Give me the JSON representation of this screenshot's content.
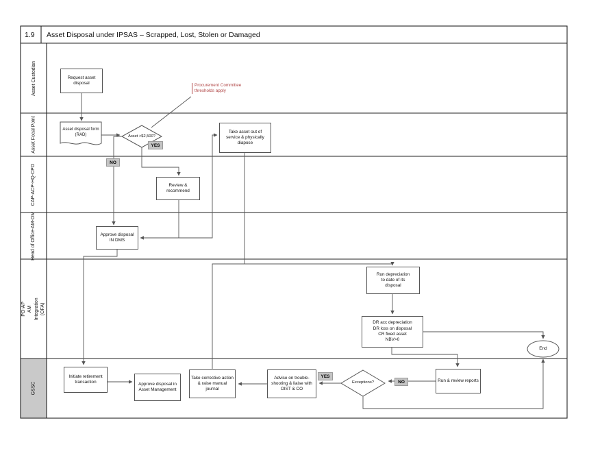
{
  "title": {
    "number": "1.9",
    "text": "Asset Disposal under IPSAS – Scrapped, Lost, Stolen or Damaged"
  },
  "lanes": [
    {
      "label": "Asset Custodian"
    },
    {
      "label": "Asset Focal Point"
    },
    {
      "label": "CAP-ACP-HQ-CPO"
    },
    {
      "label": "Head of Office-AM-OM"
    },
    {
      "label": "PO-AP\nAM Integration (OFA)"
    },
    {
      "label": "GSSC"
    }
  ],
  "annotation": {
    "text": "Procurement Committee\nthresholds apply",
    "color": "#b04545"
  },
  "decision_labels": {
    "yes1": "YES",
    "no1": "NO",
    "yes2": "YES",
    "no2": "NO"
  },
  "nodes": {
    "request": {
      "label": "Request asset disposal"
    },
    "rad": {
      "label": "Asset disposal form (RAD)"
    },
    "threshold": {
      "label": "Asset >$2,500?"
    },
    "take_out": {
      "label": "Take asset out of service & physically diapose"
    },
    "review": {
      "label": "Review & recommend"
    },
    "approve_dms": {
      "label": "Approve disposal\nIN DMS"
    },
    "run_depreciation": {
      "label": "Run depreciation\nto date of its\ndisposal"
    },
    "dr_entry": {
      "label": "DR acc depreciation\nDR loss on disposal\nCR fixed asset\nNBV>0"
    },
    "end": {
      "label": "End"
    },
    "initiate": {
      "label": "Initiate retirement transaction"
    },
    "approve_am": {
      "label": "Approve disposal in Asset Management"
    },
    "corrective": {
      "label": "Take corrective action & raise manual journal"
    },
    "advise": {
      "label": "Advise on trouble-\nshooting & liaise with\nOIST & CO"
    },
    "exceptions": {
      "label": "Exceptions?"
    },
    "run_review": {
      "label": "Run & review reports"
    }
  },
  "colors": {
    "gssc_lane_bg": "#c9c9c9",
    "chip_bg": "#c4c4c4",
    "line": "#555555",
    "annotation_red": "#b04545"
  }
}
